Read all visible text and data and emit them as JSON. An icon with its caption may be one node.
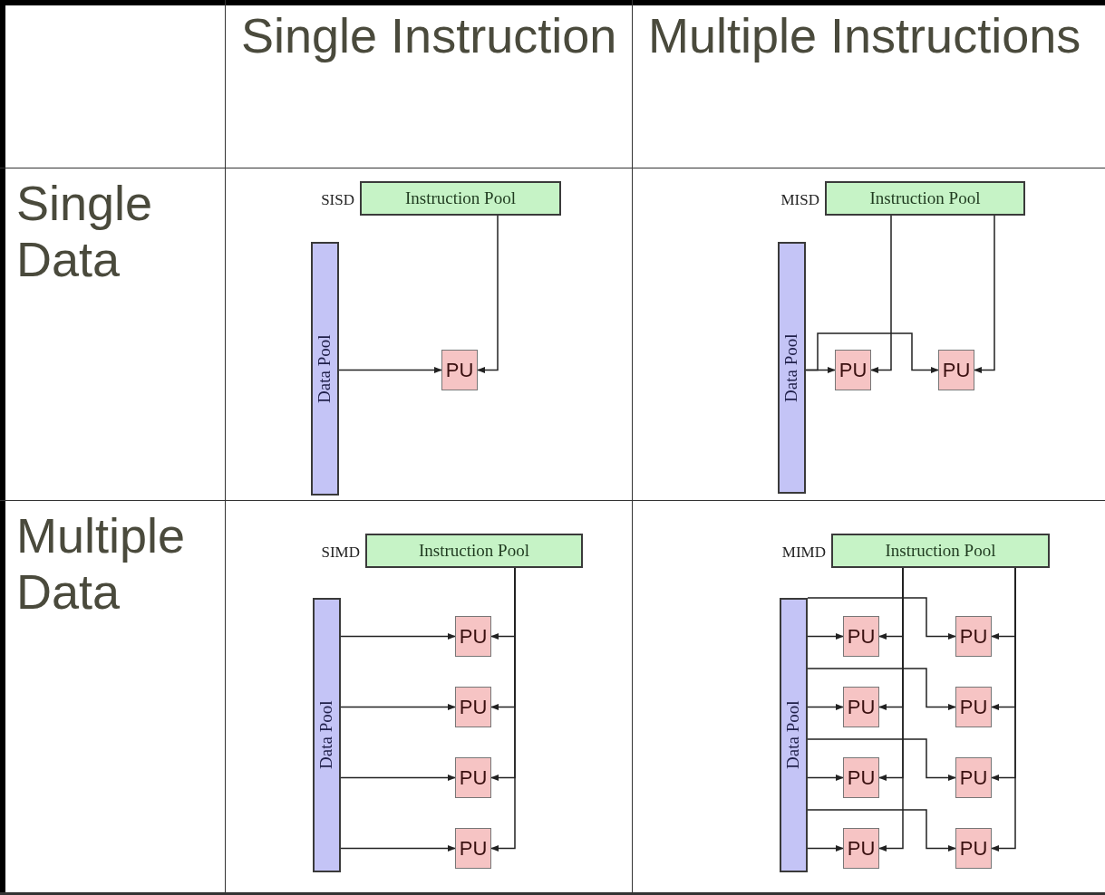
{
  "diagram": {
    "nodes": [
      {
        "text": [
          "Instruction Pool"
        ],
        "beside": [
          "SISD"
        ]
      },
      {
        "text": [
          "Data Pool"
        ]
      },
      {
        "text": [
          "PU"
        ]
      },
      {
        "text": [
          "Instruction Pool"
        ],
        "beside": [
          "MISD"
        ]
      },
      {
        "text": [
          "Data Pool"
        ]
      },
      {
        "text": [
          "PU"
        ]
      },
      {
        "text": [
          "PU"
        ]
      },
      {
        "text": [
          "Instruction Pool"
        ],
        "beside": [
          "SIMD"
        ]
      },
      {
        "text": [
          "Data Pool"
        ]
      },
      {
        "text": [
          "PU"
        ]
      },
      {
        "text": [
          "PU"
        ]
      },
      {
        "text": [
          "PU"
        ]
      },
      {
        "text": [
          "PU"
        ]
      },
      {
        "text": [
          "Instruction Pool"
        ],
        "beside": [
          "MIMD"
        ]
      },
      {
        "text": [
          "Data Pool"
        ]
      },
      {
        "text": [
          "PU"
        ]
      },
      {
        "text": [
          "PU"
        ]
      },
      {
        "text": [
          "PU"
        ]
      },
      {
        "text": [
          "PU"
        ]
      },
      {
        "text": [
          "PU"
        ]
      },
      {
        "text": [
          "PU"
        ]
      },
      {
        "text": [
          "PU"
        ]
      },
      {
        "text": [
          "PU"
        ]
      }
    ],
    "edges": [
      {
        "from": 1,
        "to": 2,
        "arrow": "to"
      },
      {
        "from": 0,
        "to": 2,
        "arrow": "to"
      },
      {
        "from": 4,
        "to": 5,
        "arrow": "to"
      },
      {
        "from": 4,
        "to": 6,
        "arrow": "to"
      },
      {
        "from": 3,
        "to": 5,
        "arrow": "to"
      },
      {
        "from": 3,
        "to": 6,
        "arrow": "to"
      },
      {
        "from": 8,
        "to": 9,
        "arrow": "to"
      },
      {
        "from": 8,
        "to": 10,
        "arrow": "to"
      },
      {
        "from": 8,
        "to": 11,
        "arrow": "to"
      },
      {
        "from": 8,
        "to": 12,
        "arrow": "to"
      },
      {
        "from": 7,
        "to": 9,
        "arrow": "to"
      },
      {
        "from": 7,
        "to": 10,
        "arrow": "to"
      },
      {
        "from": 7,
        "to": 11,
        "arrow": "to"
      },
      {
        "from": 7,
        "to": 12,
        "arrow": "to"
      },
      {
        "from": 14,
        "to": 15,
        "arrow": "to"
      },
      {
        "from": 14,
        "to": 16,
        "arrow": "to"
      },
      {
        "from": 14,
        "to": 17,
        "arrow": "to"
      },
      {
        "from": 14,
        "to": 18,
        "arrow": "to"
      },
      {
        "from": 14,
        "to": 19,
        "arrow": "to"
      },
      {
        "from": 14,
        "to": 20,
        "arrow": "to"
      },
      {
        "from": 14,
        "to": 21,
        "arrow": "to"
      },
      {
        "from": 14,
        "to": 22,
        "arrow": "to"
      },
      {
        "from": 13,
        "to": 15,
        "arrow": "to"
      },
      {
        "from": 13,
        "to": 16,
        "arrow": "to"
      },
      {
        "from": 13,
        "to": 17,
        "arrow": "to"
      },
      {
        "from": 13,
        "to": 18,
        "arrow": "to"
      },
      {
        "from": 13,
        "to": 19,
        "arrow": "to"
      },
      {
        "from": 13,
        "to": 20,
        "arrow": "to"
      },
      {
        "from": 13,
        "to": 21,
        "arrow": "to"
      },
      {
        "from": 13,
        "to": 22,
        "arrow": "to"
      }
    ],
    "labels": [
      "Single Instruction",
      "Multiple Instructions",
      "Single Data",
      "Multiple Data"
    ]
  }
}
